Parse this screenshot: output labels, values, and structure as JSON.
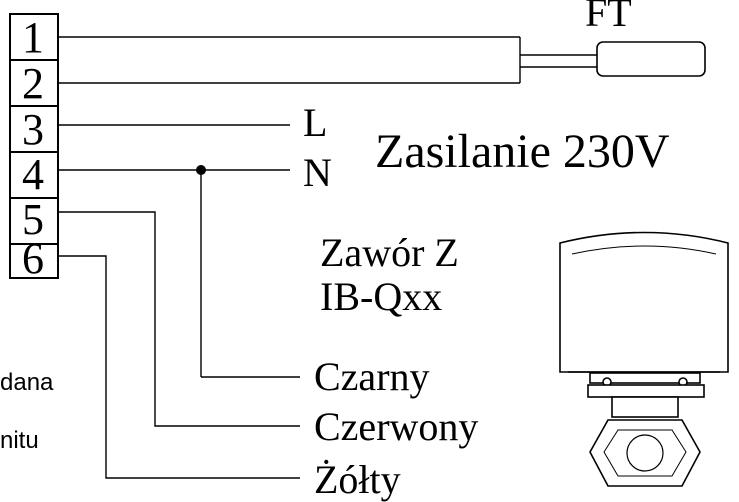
{
  "terminal_block": {
    "numbers": [
      "1",
      "2",
      "3",
      "4",
      "5",
      "6"
    ]
  },
  "sensor": {
    "label": "FT"
  },
  "power": {
    "line_label": "L",
    "neutral_label": "N",
    "title": "Zasilanie 230V"
  },
  "valve": {
    "title_line1": "Zawór Z",
    "title_line2": "IB-Qxx",
    "wires": [
      "Czarny",
      "Czerwony",
      "Żółty"
    ]
  },
  "left_notes": {
    "line1": "dana",
    "line2": "nitu"
  }
}
